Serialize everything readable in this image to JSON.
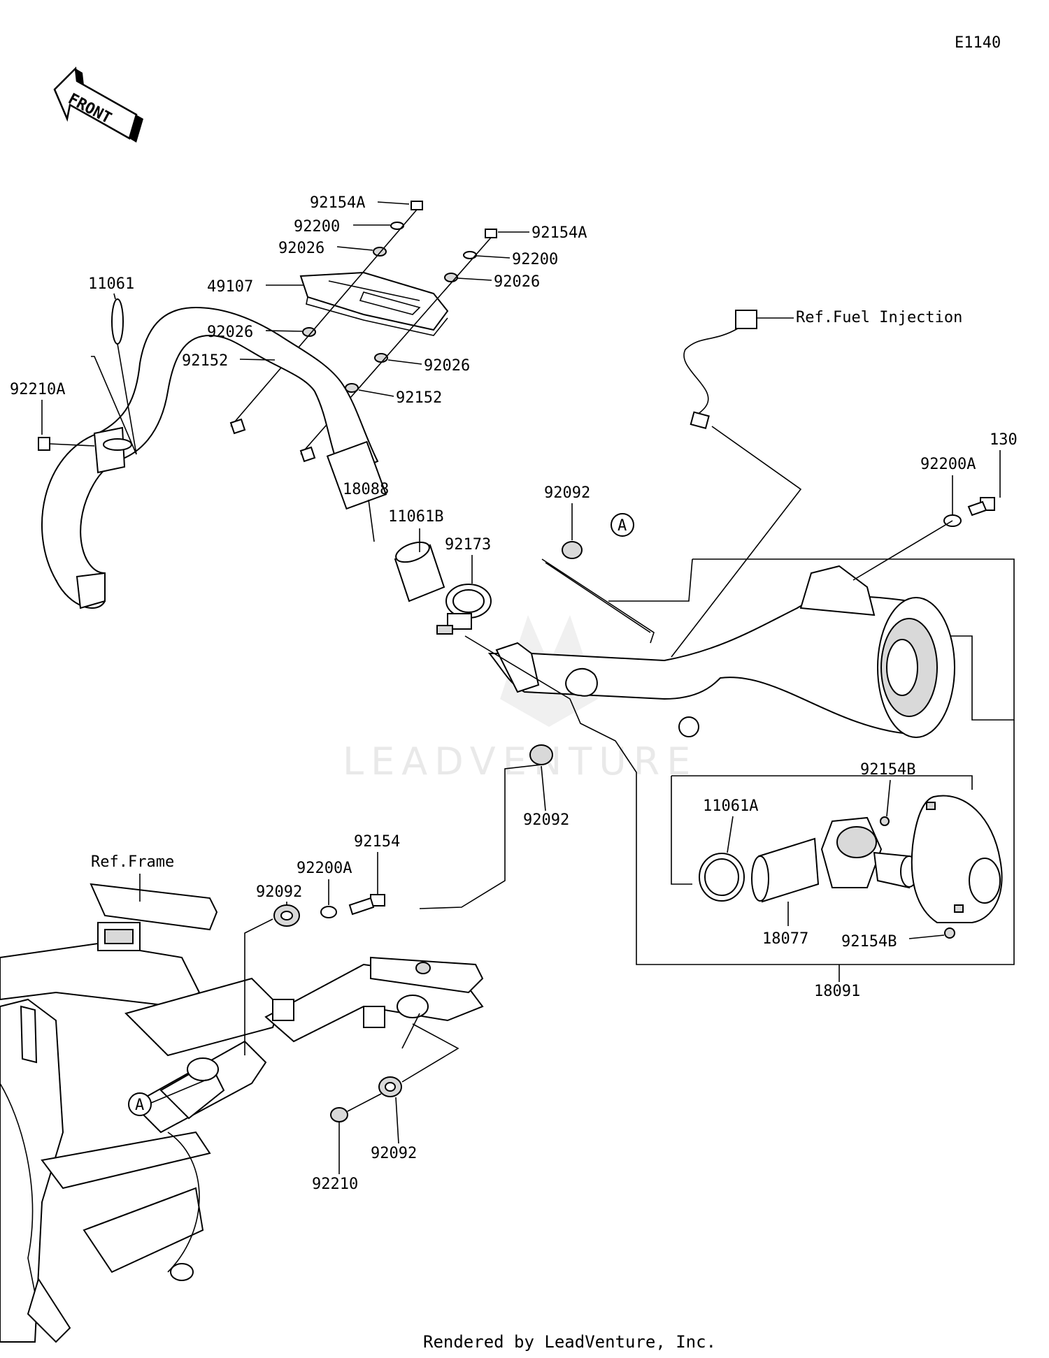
{
  "diagram_code": "E1140",
  "front_label": "FRONT",
  "refs": {
    "fuel_injection": "Ref.Fuel Injection",
    "frame": "Ref.Frame"
  },
  "callout_marker": "A",
  "parts": {
    "p92154A_1": "92154A",
    "p92200_1": "92200",
    "p92026_1": "92026",
    "p49107": "49107",
    "p92026_2": "92026",
    "p92152_1": "92152",
    "p92154A_2": "92154A",
    "p92200_2": "92200",
    "p92026_3": "92026",
    "p92026_4": "92026",
    "p92152_2": "92152",
    "p11061": "11061",
    "p92210A": "92210A",
    "p18088": "18088",
    "p11061B": "11061B",
    "p92173": "92173",
    "p92092_1": "92092",
    "p92092_2": "92092",
    "p92200A_1": "92200A",
    "p130": "130",
    "p92154B_1": "92154B",
    "p11061A": "11061A",
    "p18077": "18077",
    "p92154B_2": "92154B",
    "p18091": "18091",
    "p92200A_2": "92200A",
    "p92154": "92154",
    "p92092_3": "92092",
    "p92092_4": "92092",
    "p92210": "92210"
  },
  "watermark": "LEADVENTURE",
  "footer": "Rendered by LeadVenture, Inc."
}
